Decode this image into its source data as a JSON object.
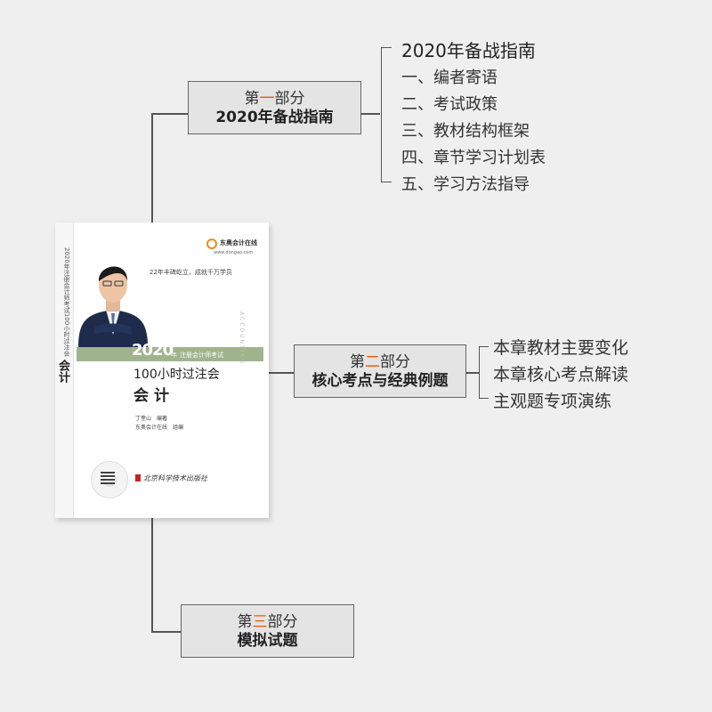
{
  "part1": {
    "label_prefix": "第",
    "label_num": "一",
    "label_suffix": "部分",
    "title": "2020年备战指南",
    "outline_head": "2020年备战指南",
    "items": [
      "一、编者寄语",
      "二、考试政策",
      "三、教材结构框架",
      "四、章节学习计划表",
      "五、学习方法指导"
    ]
  },
  "part2": {
    "label_prefix": "第",
    "label_num": "二",
    "label_suffix": "部分",
    "title": "核心考点与经典例题",
    "items": [
      "本章教材主要变化",
      "本章核心考点解读",
      "主观题专项演练"
    ]
  },
  "part3": {
    "label_prefix": "第",
    "label_num": "三",
    "label_suffix": "部分",
    "title": "模拟试题"
  },
  "book": {
    "spine_text": "2020年注册会计师考试100小时过注会",
    "spine_title": "会计",
    "logo": "东奥会计在线",
    "logo_url": "www.dongao.com",
    "slogan": "22年丰碑屹立，成就千万学员",
    "year": "2020",
    "year_suffix": "年",
    "exam_name": "注册会计师考试",
    "title1": "100小时过注会",
    "title2": "会计",
    "author": "丁奎山　编著",
    "editor": "东奥会计在线　组编",
    "vertical_english": "ACCOUNTING",
    "publisher": "北京科学技术出版社"
  },
  "colors": {
    "accent": "#e8540c",
    "box_bg": "#e4e4e4",
    "line": "#555555",
    "band": "#9fb48c"
  }
}
